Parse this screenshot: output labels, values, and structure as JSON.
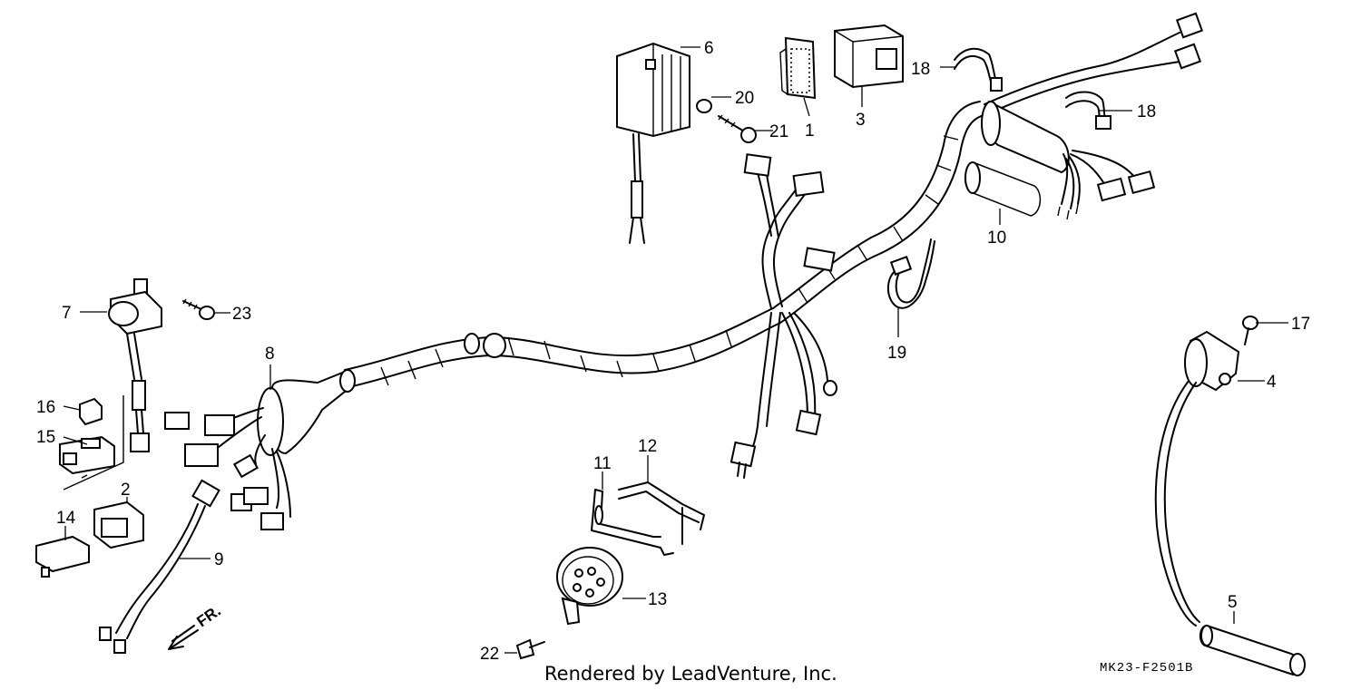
{
  "diagram": {
    "credit": "Rendered by LeadVenture, Inc.",
    "figure_code": "MK23-F2501B",
    "direction_label": "FR.",
    "callouts": [
      "1",
      "2",
      "3",
      "4",
      "5",
      "6",
      "7",
      "8",
      "9",
      "10",
      "11",
      "12",
      "13",
      "14",
      "15",
      "16",
      "17",
      "18",
      "18",
      "19",
      "20",
      "21",
      "22",
      "23"
    ]
  }
}
